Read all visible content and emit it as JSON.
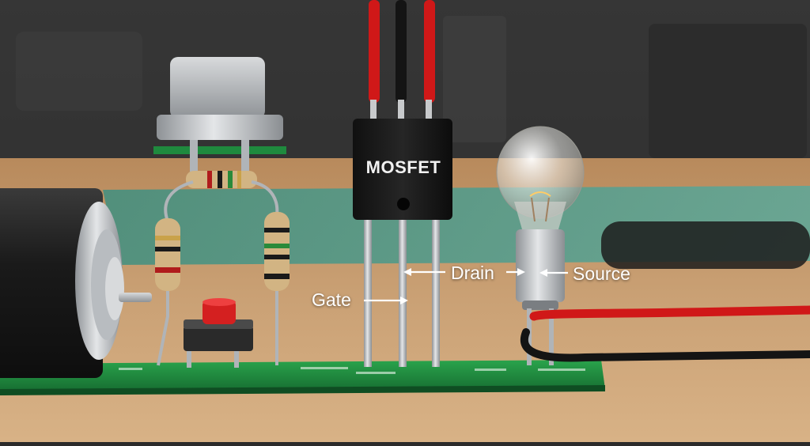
{
  "chip_marking": "MOSFET",
  "labels": {
    "gate": "Gate",
    "drain": "Drain",
    "source": "Source"
  },
  "colors": {
    "pcb_green": "#1f8a3e",
    "table_wood": "#c49a6c",
    "wire_red": "#d01818",
    "wire_black": "#141414",
    "button_red": "#d42020",
    "mosfet_body": "#1a1a1a"
  }
}
